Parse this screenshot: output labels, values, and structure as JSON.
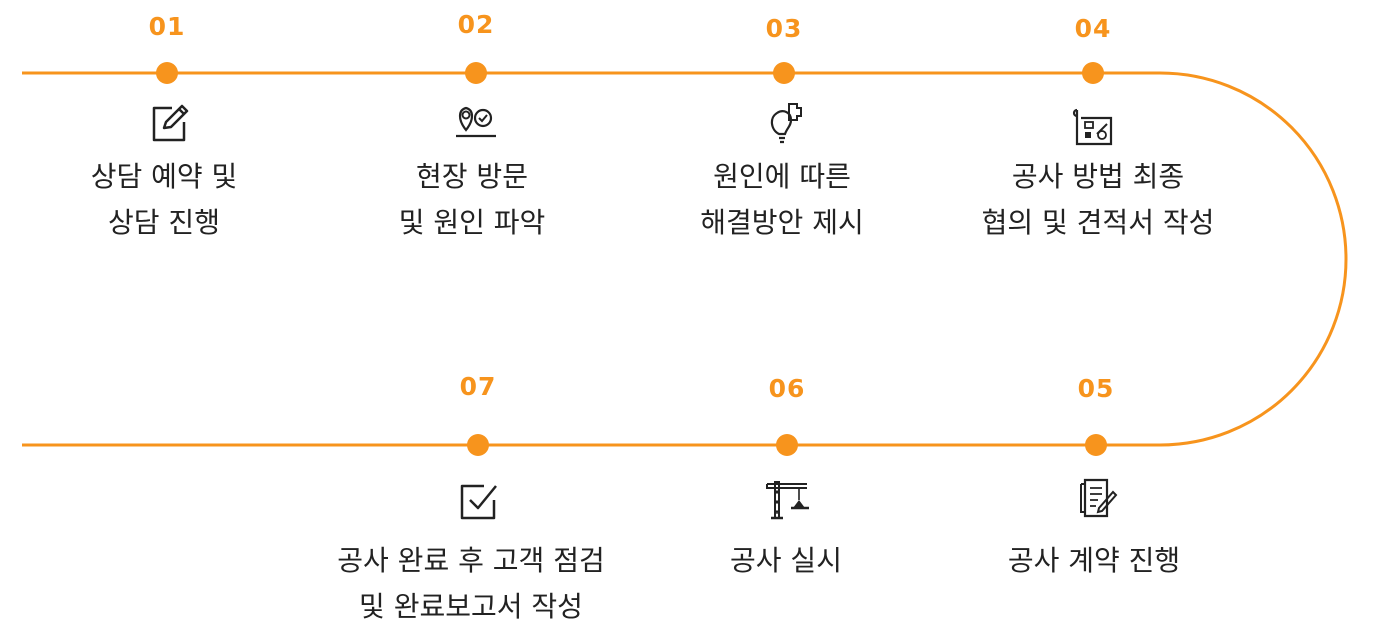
{
  "accent_color": "#f7941d",
  "steps": [
    {
      "num": "01",
      "icon": "edit-icon",
      "line1": "상담 예약 및",
      "line2": "상담 진행"
    },
    {
      "num": "02",
      "icon": "map-location-icon",
      "line1": "현장 방문",
      "line2": "및 원인 파악"
    },
    {
      "num": "03",
      "icon": "idea-puzzle-icon",
      "line1": "원인에 따른",
      "line2": "해결방안 제시"
    },
    {
      "num": "04",
      "icon": "blueprint-icon",
      "line1": "공사 방법 최종",
      "line2": "협의 및  견적서 작성"
    },
    {
      "num": "05",
      "icon": "contract-icon",
      "line1": "공사 계약 진행",
      "line2": ""
    },
    {
      "num": "06",
      "icon": "crane-icon",
      "line1": "공사 실시",
      "line2": ""
    },
    {
      "num": "07",
      "icon": "checkbox-icon",
      "line1": "공사 완료 후 고객 점검",
      "line2": "및 완료보고서 작성"
    }
  ]
}
